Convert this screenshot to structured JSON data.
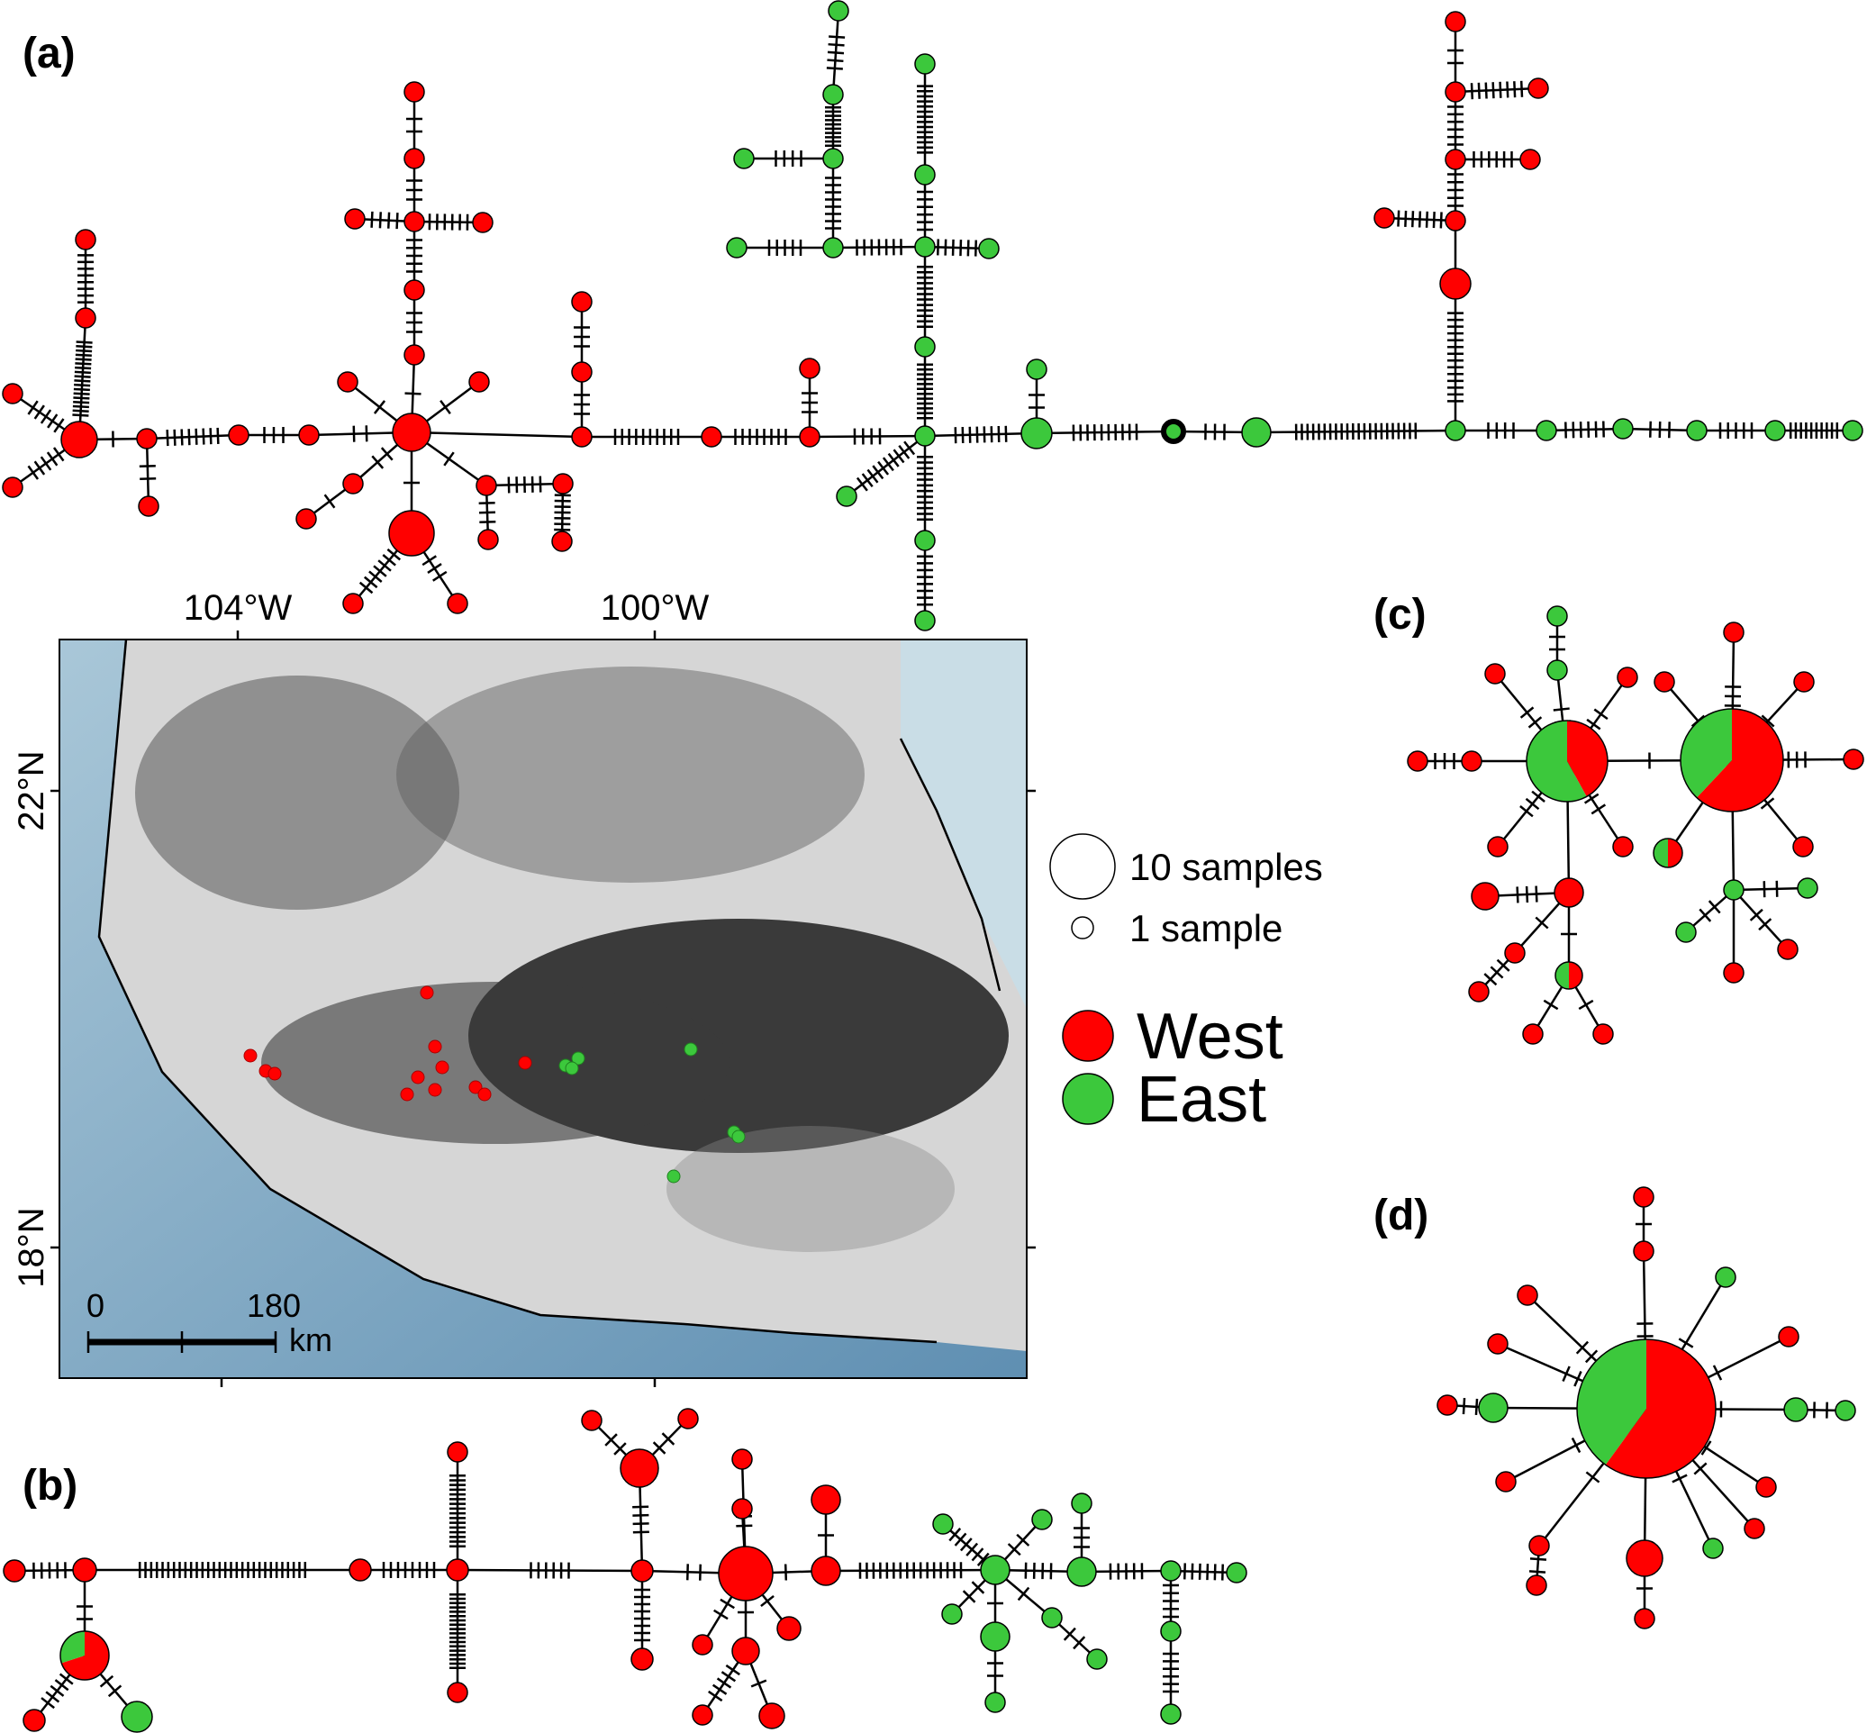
{
  "panels": {
    "a": "(a)",
    "b": "(b)",
    "c": "(c)",
    "d": "(d)"
  },
  "map": {
    "lon_labels": [
      "104°W",
      "100°W"
    ],
    "lat_labels": [
      "22°N",
      "18°N"
    ],
    "scale": {
      "start": "0",
      "end": "180",
      "unit": "km"
    }
  },
  "legend": {
    "size_large": "10 samples",
    "size_small": "1 sample",
    "west": "West",
    "east": "East"
  },
  "colors": {
    "west": "#ff0000",
    "east": "#3cc83c",
    "edge": "#000000"
  }
}
